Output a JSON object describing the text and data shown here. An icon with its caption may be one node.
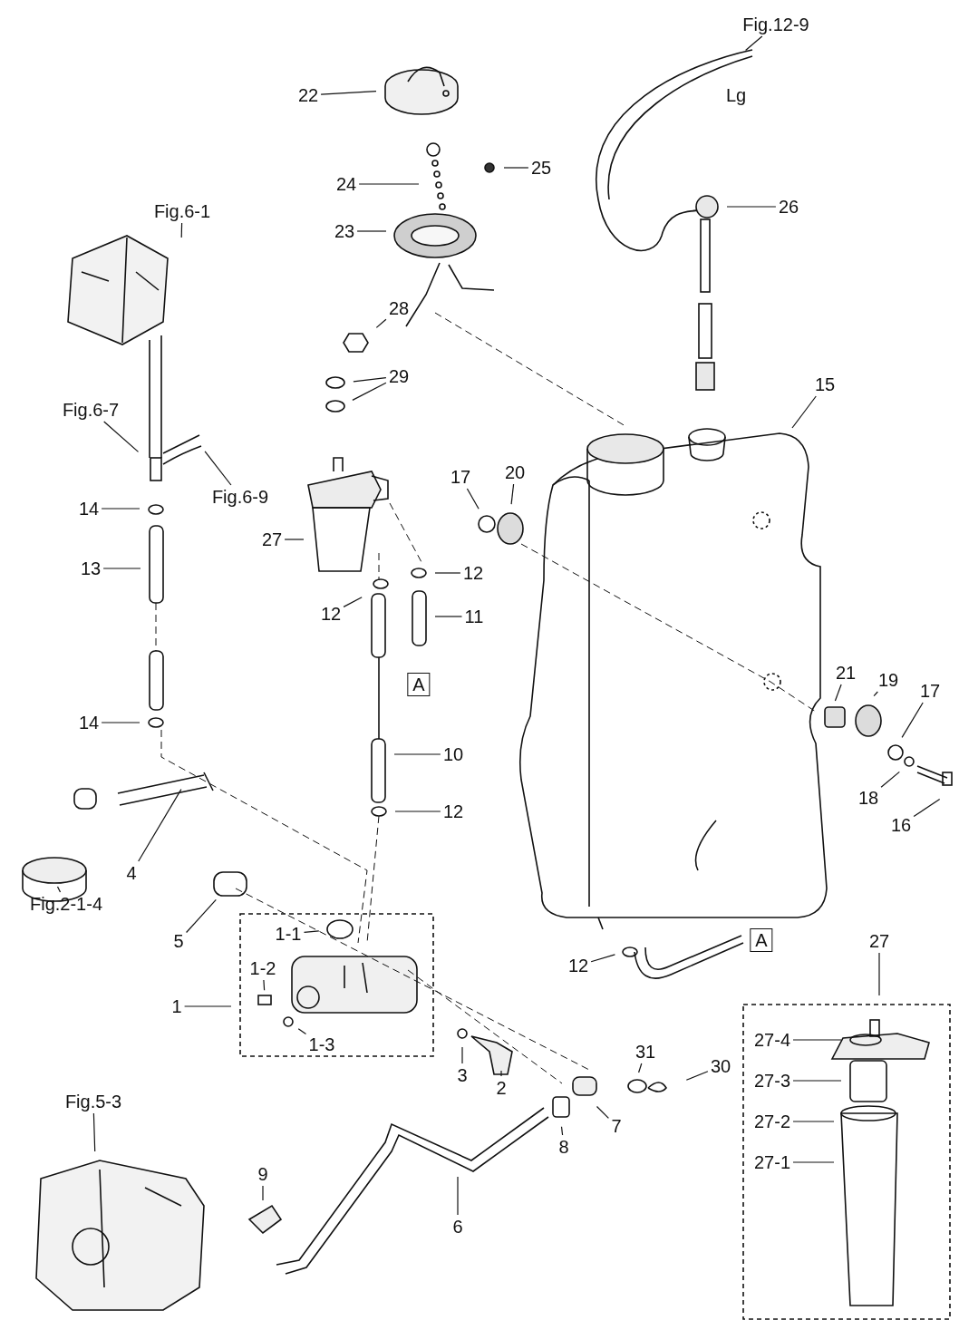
{
  "diagram": {
    "nodes": [
      {
        "text": [
          "Fig.12-9"
        ]
      },
      {
        "text": [
          "22"
        ]
      },
      {
        "text": [
          "25"
        ]
      },
      {
        "text": [
          "24"
        ]
      },
      {
        "text": [
          "23"
        ]
      },
      {
        "text": [
          "26"
        ]
      },
      {
        "text": [
          "Fig.6-1"
        ]
      },
      {
        "text": [
          "28"
        ]
      },
      {
        "text": [
          "29"
        ]
      },
      {
        "text": [
          "15"
        ]
      },
      {
        "text": [
          "Fig.6-7"
        ]
      },
      {
        "text": [
          "Fig.6-9"
        ]
      },
      {
        "text": [
          "17"
        ]
      },
      {
        "text": [
          "20"
        ]
      },
      {
        "text": [
          "14"
        ]
      },
      {
        "text": [
          "27"
        ]
      },
      {
        "text": [
          "12"
        ]
      },
      {
        "text": [
          "13"
        ]
      },
      {
        "text": [
          "12"
        ]
      },
      {
        "text": [
          "11"
        ]
      },
      {
        "text": [
          "A"
        ]
      },
      {
        "text": [
          "21"
        ]
      },
      {
        "text": [
          "19"
        ]
      },
      {
        "text": [
          "14"
        ]
      },
      {
        "text": [
          "17"
        ]
      },
      {
        "text": [
          "10"
        ]
      },
      {
        "text": [
          "18"
        ]
      },
      {
        "text": [
          "16"
        ]
      },
      {
        "text": [
          "12"
        ]
      },
      {
        "text": [
          "Fig.2-1-4"
        ]
      },
      {
        "text": [
          "4"
        ]
      },
      {
        "text": [
          "5"
        ]
      },
      {
        "text": [
          "1-1"
        ]
      },
      {
        "text": [
          "1"
        ]
      },
      {
        "text": [
          "1-2"
        ]
      },
      {
        "text": [
          "1-3"
        ]
      },
      {
        "text": [
          "12"
        ]
      },
      {
        "text": [
          "A"
        ]
      },
      {
        "text": [
          "27"
        ]
      },
      {
        "text": [
          "3"
        ]
      },
      {
        "text": [
          "2"
        ]
      },
      {
        "text": [
          "31"
        ]
      },
      {
        "text": [
          "30"
        ]
      },
      {
        "text": [
          "Fig.5-3"
        ]
      },
      {
        "text": [
          "9"
        ]
      },
      {
        "text": [
          "8"
        ]
      },
      {
        "text": [
          "7"
        ]
      },
      {
        "text": [
          "6"
        ]
      },
      {
        "text": [
          "27-4"
        ]
      },
      {
        "text": [
          "27-3"
        ]
      },
      {
        "text": [
          "27-2"
        ]
      },
      {
        "text": [
          "27-1"
        ]
      }
    ],
    "edges": [
      {
        "from": 0,
        "to": null,
        "arrow": "none"
      },
      {
        "from": 1,
        "to": null,
        "arrow": "none"
      },
      {
        "from": 2,
        "to": null,
        "arrow": "none"
      },
      {
        "from": 3,
        "to": null,
        "arrow": "none"
      },
      {
        "from": 4,
        "to": null,
        "arrow": "none"
      },
      {
        "from": 5,
        "to": null,
        "arrow": "none"
      },
      {
        "from": 6,
        "to": null,
        "arrow": "none"
      },
      {
        "from": 7,
        "to": null,
        "arrow": "none"
      },
      {
        "from": 8,
        "to": null,
        "arrow": "none"
      },
      {
        "from": 8,
        "to": null,
        "arrow": "none"
      },
      {
        "from": 9,
        "to": null,
        "arrow": "none"
      },
      {
        "from": 10,
        "to": null,
        "arrow": "none"
      },
      {
        "from": 11,
        "to": null,
        "arrow": "none"
      },
      {
        "from": 12,
        "to": null,
        "arrow": "none"
      },
      {
        "from": 13,
        "to": null,
        "arrow": "none"
      },
      {
        "from": 14,
        "to": null,
        "arrow": "none"
      },
      {
        "from": 15,
        "to": null,
        "arrow": "none"
      },
      {
        "from": 16,
        "to": null,
        "arrow": "none"
      },
      {
        "from": 17,
        "to": null,
        "arrow": "none"
      },
      {
        "from": 18,
        "to": null,
        "arrow": "none"
      },
      {
        "from": 19,
        "to": null,
        "arrow": "none"
      },
      {
        "from": 21,
        "to": null,
        "arrow": "none"
      },
      {
        "from": 22,
        "to": null,
        "arrow": "none"
      },
      {
        "from": 23,
        "to": null,
        "arrow": "none"
      },
      {
        "from": 24,
        "to": null,
        "arrow": "none"
      },
      {
        "from": 25,
        "to": null,
        "arrow": "none"
      },
      {
        "from": 26,
        "to": null,
        "arrow": "none"
      },
      {
        "from": 27,
        "to": null,
        "arrow": "none"
      },
      {
        "from": 28,
        "to": null,
        "arrow": "none"
      },
      {
        "from": 29,
        "to": null,
        "arrow": "none"
      },
      {
        "from": 30,
        "to": null,
        "arrow": "none"
      },
      {
        "from": 31,
        "to": null,
        "arrow": "none"
      },
      {
        "from": 32,
        "to": null,
        "arrow": "none"
      },
      {
        "from": 33,
        "to": null,
        "arrow": "none"
      },
      {
        "from": 34,
        "to": null,
        "arrow": "none"
      },
      {
        "from": 35,
        "to": null,
        "arrow": "none"
      },
      {
        "from": 36,
        "to": null,
        "arrow": "none"
      },
      {
        "from": 38,
        "to": null,
        "arrow": "none"
      },
      {
        "from": 39,
        "to": null,
        "arrow": "none"
      },
      {
        "from": 40,
        "to": null,
        "arrow": "none"
      },
      {
        "from": 41,
        "to": null,
        "arrow": "none"
      },
      {
        "from": 42,
        "to": null,
        "arrow": "none"
      },
      {
        "from": 43,
        "to": null,
        "arrow": "none"
      },
      {
        "from": 44,
        "to": null,
        "arrow": "none"
      },
      {
        "from": 45,
        "to": null,
        "arrow": "none"
      },
      {
        "from": 46,
        "to": null,
        "arrow": "none"
      },
      {
        "from": 47,
        "to": null,
        "arrow": "none"
      },
      {
        "from": 48,
        "to": null,
        "arrow": "none"
      },
      {
        "from": 49,
        "to": null,
        "arrow": "none"
      },
      {
        "from": 50,
        "to": null,
        "arrow": "none"
      },
      {
        "from": 51,
        "to": null,
        "arrow": "none"
      }
    ],
    "labels": [
      "Lg"
    ]
  }
}
